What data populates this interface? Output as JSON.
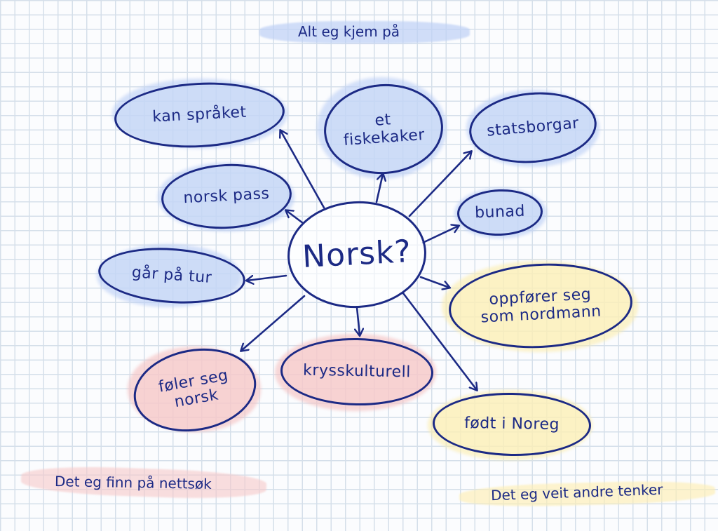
{
  "colors": {
    "ink": "#1c2a85",
    "grid": "#d5dfea",
    "paper": "#fbfcfe",
    "blue_highlight": "#c8d8f5",
    "yellow_highlight": "#fdf0be",
    "pink_highlight": "#f7cdcd"
  },
  "legend": {
    "top": "Alt eg kjem på",
    "bottom_left": "Det eg finn på nettsøk",
    "bottom_right": "Det eg veit andre tenker"
  },
  "center": {
    "label": "Norsk?"
  },
  "nodes": {
    "kan_spraket": {
      "label": "kan språket",
      "category": "blue"
    },
    "et_fiskekaker": {
      "line1": "et",
      "line2": "fiskekaker",
      "category": "blue"
    },
    "statsborgar": {
      "label": "statsborgar",
      "category": "blue"
    },
    "norsk_pass": {
      "label": "norsk pass",
      "category": "blue"
    },
    "bunad": {
      "label": "bunad",
      "category": "blue"
    },
    "gar_pa_tur": {
      "label": "går på tur",
      "category": "blue"
    },
    "oppforer_seg": {
      "line1": "oppfører seg",
      "line2": "som nordmann",
      "category": "yellow"
    },
    "foler_seg_norsk": {
      "line1": "føler seg",
      "line2": "norsk",
      "category": "pink"
    },
    "krysskulturell": {
      "label": "krysskulturell",
      "category": "pink"
    },
    "fodt_i_noreg": {
      "label": "født i Noreg",
      "category": "yellow"
    }
  }
}
